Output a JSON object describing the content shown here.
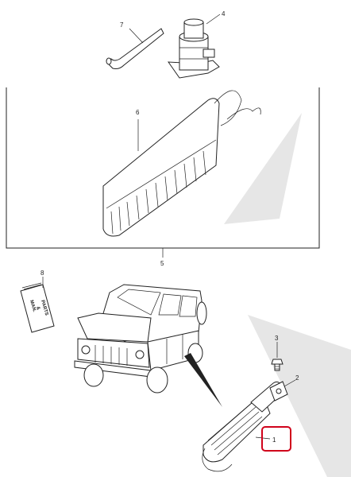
{
  "callouts": {
    "c1": "1",
    "c2": "2",
    "c3": "3",
    "c4": "4",
    "c5": "5",
    "c6": "6",
    "c7": "7",
    "c8": "8"
  },
  "manual": {
    "line1": "MAN.",
    "line2": "&",
    "line3": "PARTS"
  },
  "highlight_color": "#d0021b"
}
